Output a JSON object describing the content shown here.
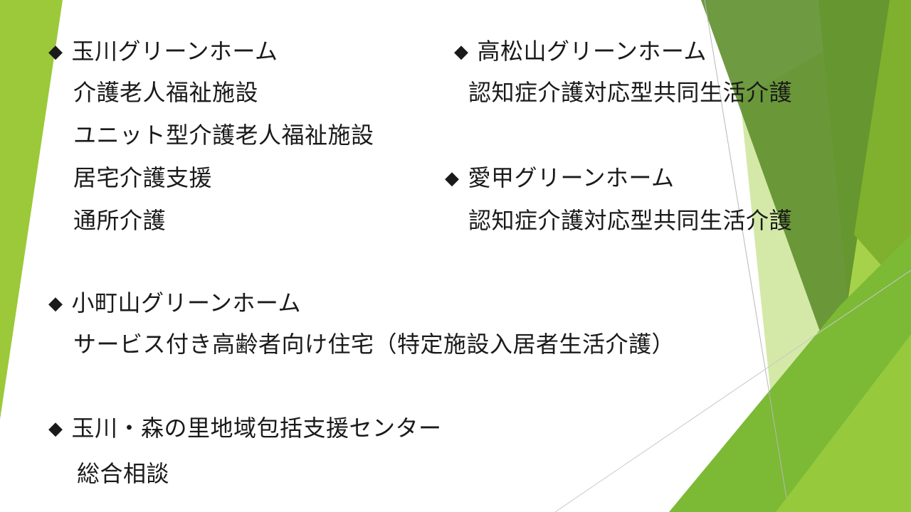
{
  "bullet_glyph": "◆",
  "sections": [
    {
      "heading": "玉川グリーンホーム",
      "items": [
        "介護老人福祉施設",
        "ユニット型介護老人福祉施設",
        "居宅介護支援",
        "通所介護"
      ]
    },
    {
      "heading": "高松山グリーンホーム",
      "items": [
        "認知症介護対応型共同生活介護"
      ]
    },
    {
      "heading": "愛甲グリーンホーム",
      "items": [
        "認知症介護対応型共同生活介護"
      ]
    },
    {
      "heading": "小町山グリーンホーム",
      "items": [
        "サービス付き高齢者向け住宅（特定施設入居者生活介護）"
      ]
    },
    {
      "heading": "玉川・森の里地域包括支援センター",
      "items": [
        "総合相談"
      ]
    }
  ],
  "colors": {
    "accent_light": "#9bc93a",
    "accent_mid": "#7fb52a",
    "accent_dark": "#5a8a28",
    "accent_pale": "#d2e8a4"
  }
}
